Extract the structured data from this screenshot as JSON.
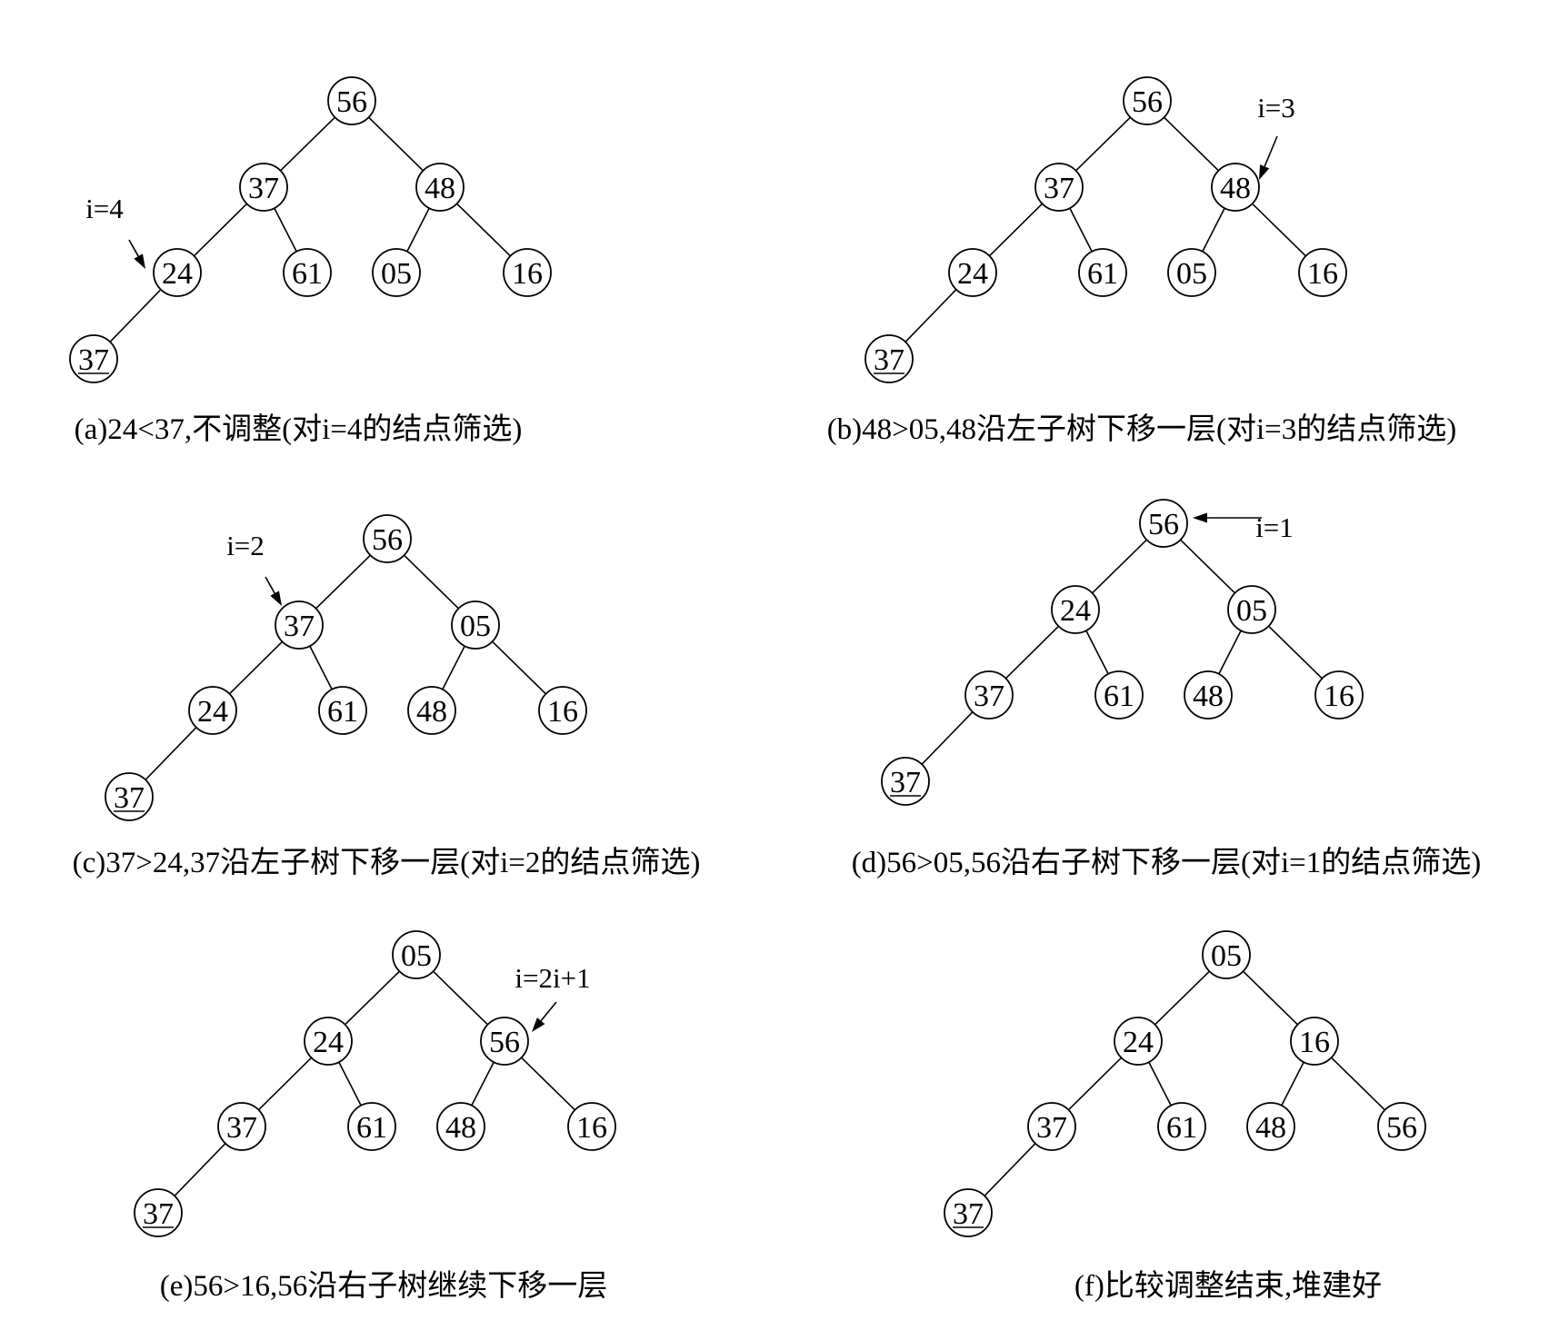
{
  "panels": [
    {
      "id": "a",
      "caption": "(a)24<37,不调整(对i=4的结点筛选)",
      "nodes": [
        "56",
        "37",
        "48",
        "24",
        "61",
        "05",
        "16",
        "37"
      ],
      "marker": {
        "text": "i=4",
        "target": 3
      }
    },
    {
      "id": "b",
      "caption": "(b)48>05,48沿左子树下移一层(对i=3的结点筛选)",
      "nodes": [
        "56",
        "37",
        "48",
        "24",
        "61",
        "05",
        "16",
        "37"
      ],
      "marker": {
        "text": "i=3",
        "target": 2
      }
    },
    {
      "id": "c",
      "caption": "(c)37>24,37沿左子树下移一层(对i=2的结点筛选)",
      "nodes": [
        "56",
        "37",
        "05",
        "24",
        "61",
        "48",
        "16",
        "37"
      ],
      "marker": {
        "text": "i=2",
        "target": 1
      }
    },
    {
      "id": "d",
      "caption": "(d)56>05,56沿右子树下移一层(对i=1的结点筛选)",
      "nodes": [
        "56",
        "24",
        "05",
        "37",
        "61",
        "48",
        "16",
        "37"
      ],
      "marker": {
        "text": "i=1",
        "target": 0
      }
    },
    {
      "id": "e",
      "caption": "(e)56>16,56沿右子树继续下移一层",
      "nodes": [
        "05",
        "24",
        "56",
        "37",
        "61",
        "48",
        "16",
        "37"
      ],
      "marker": {
        "text": "i=2i+1",
        "target": 2
      }
    },
    {
      "id": "f",
      "caption": "(f)比较调整结束,堆建好",
      "nodes": [
        "05",
        "24",
        "16",
        "37",
        "61",
        "48",
        "56",
        "37"
      ],
      "marker": null
    }
  ],
  "underlined_node_index": 7
}
